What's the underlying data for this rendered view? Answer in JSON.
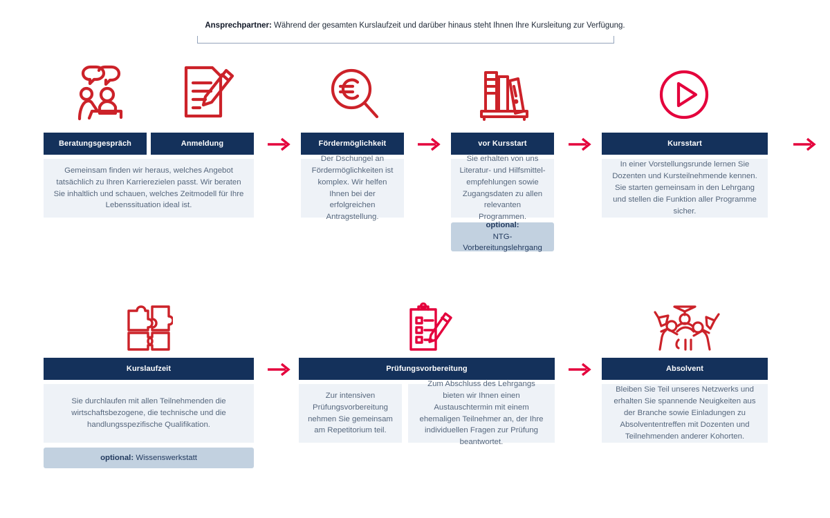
{
  "note": {
    "label": "Ansprechpartner:",
    "text": " Während der gesamten Kurslaufzeit und darüber hinaus steht Ihnen Ihre Kursleitung zur Verfügung."
  },
  "colors": {
    "navy": "#14315b",
    "body_bg": "#eef2f7",
    "optional_bg": "#c2d1e0",
    "arrow_red": "#e4003c",
    "icon_red": "#cc2229",
    "body_text": "#56677d",
    "bracket": "#93a3bb"
  },
  "rows": [
    {
      "name": "row-1",
      "steps": [
        {
          "id": "beratungsgespraech",
          "icon": "discussion-people-icon",
          "title": "Beratungsgespräch"
        },
        {
          "id": "anmeldung",
          "icon": "document-pen-icon",
          "title": "Anmeldung"
        },
        {
          "id": "foerdermoeglichkeit",
          "icon": "euro-magnifier-icon",
          "title": "Fördermöglichkeit",
          "body": "Der Dschungel an Fördermöglichkeiten ist komplex. Wir helfen Ihnen bei der erfolgreichen Antragstellung."
        },
        {
          "id": "vor-kursstart",
          "icon": "books-shelf-icon",
          "title": "vor Kursstart",
          "body": "Sie erhalten von uns Literatur- und Hilfsmittel-empfehlungen sowie Zugangsdaten zu allen relevanten Programmen.",
          "optional_label": "optional:",
          "optional_text": "NTG-Vorbereitungslehrgang"
        },
        {
          "id": "kursstart",
          "icon": "play-circle-icon",
          "title": "Kursstart",
          "body": "In einer Vorstellungsrunde lernen Sie Dozenten und Kursteilnehmende kennen. Sie starten gemeinsam in den Lehrgang und stellen die Funktion aller Programme sicher."
        }
      ],
      "shared_body": "Gemeinsam finden wir heraus, welches Angebot tatsächlich zu Ihren Karrierezielen passt. Wir beraten Sie inhaltlich und schauen, welches Zeitmodell für Ihre Lebenssituation ideal ist."
    },
    {
      "name": "row-2",
      "steps": [
        {
          "id": "kurslaufzeit",
          "icon": "puzzle-pieces-icon",
          "title": "Kurslaufzeit",
          "body": "Sie durchlaufen mit allen Teilnehmenden die wirtschaftsbezogene, die technische und die handlungsspezifische Qualifikation.",
          "optional_label": "optional:",
          "optional_text": " Wissenswerkstatt"
        },
        {
          "id": "pruefungsvorbereitung",
          "icon": "checklist-pen-icon",
          "title": "Prüfungsvorbereitung",
          "body_left": "Zur intensiven Prüfungsvorbereitung nehmen Sie gemeinsam am Repetitorium teil.",
          "body_right": "Zum Abschluss des Lehrgangs bieten wir Ihnen einen Austauschtermin mit einem ehemaligen Teilnehmer an, der Ihre individuellen Fragen zur Prüfung beantwortet."
        },
        {
          "id": "absolvent",
          "icon": "graduates-celebrating-icon",
          "title": "Absolvent",
          "body": "Bleiben Sie Teil unseres Netzwerks und erhalten Sie spannende Neuigkeiten aus der Branche sowie Einladungen zu Absolvententreffen mit Dozenten und Teilnehmenden anderer Kohorten."
        }
      ]
    }
  ],
  "arrows": [
    {
      "name": "arrow-after-anmeldung"
    },
    {
      "name": "arrow-after-foerdermoeglichkeit"
    },
    {
      "name": "arrow-after-vor-kursstart"
    },
    {
      "name": "arrow-after-kursstart"
    },
    {
      "name": "arrow-after-kurslaufzeit"
    },
    {
      "name": "arrow-after-pruefungsvorbereitung"
    }
  ]
}
